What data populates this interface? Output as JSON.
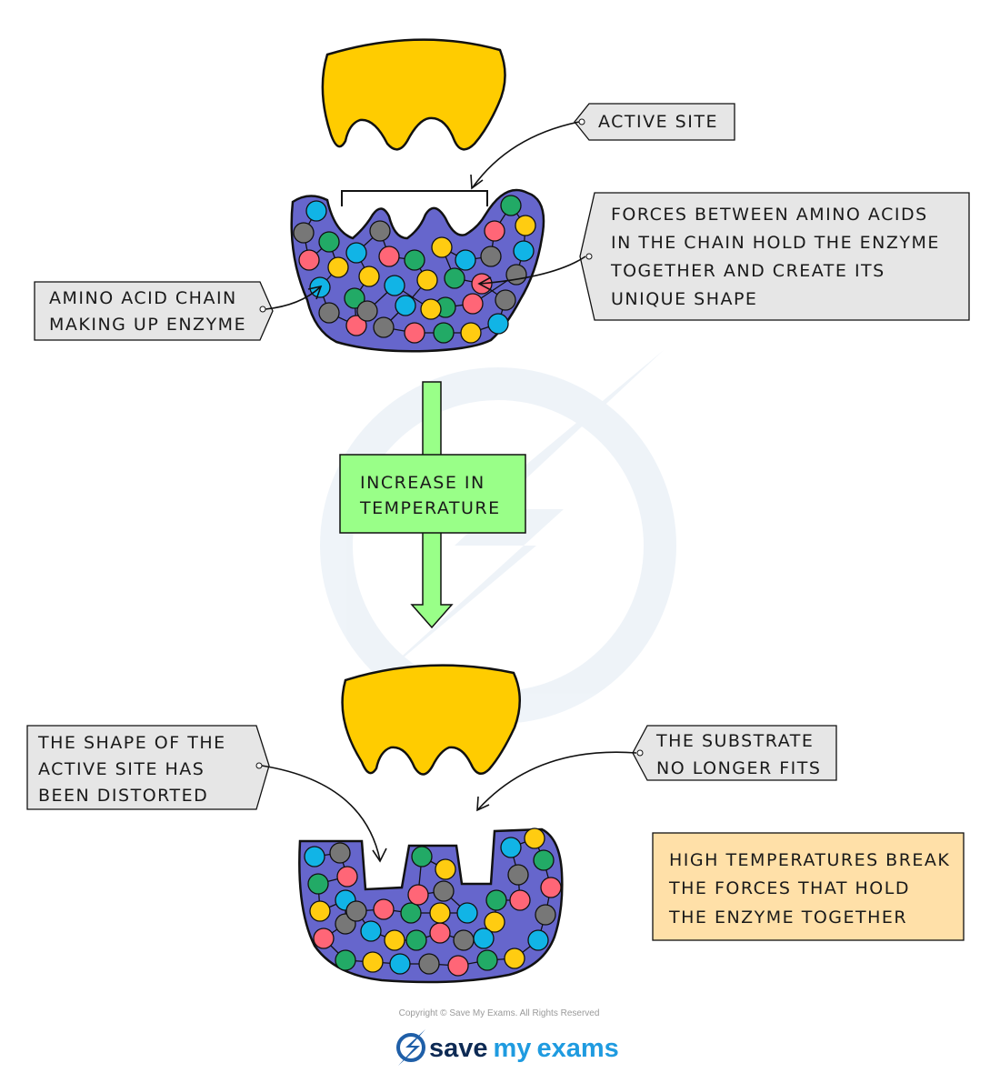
{
  "colors": {
    "substrate": "#FFCC00",
    "enzyme": "#6666CC",
    "label_box": "#E6E6E6",
    "arrow": "#99FF88",
    "note_box": "#FFE0A8",
    "amino_acids": [
      "#22AA66",
      "#11B4E6",
      "#FF6677",
      "#FFCC11",
      "#777777"
    ]
  },
  "labels": {
    "active_site": "ACTIVE  SITE",
    "forces": [
      "FORCES  BETWEEN  AMINO  ACIDS",
      "IN THE  CHAIN  HOLD  THE  ENZYME",
      "TOGETHER  AND  CREATE  ITS",
      "UNIQUE  SHAPE"
    ],
    "amino_chain": [
      "AMINO  ACID  CHAIN",
      "MAKING  UP  ENZYME"
    ],
    "increase": [
      "INCREASE  IN",
      "TEMPERATURE"
    ],
    "distorted": [
      "THE  SHAPE  OF  THE",
      "ACTIVE  SITE  HAS",
      "BEEN  DISTORTED"
    ],
    "no_fit": [
      "THE  SUBSTRATE",
      "NO  LONGER  FITS"
    ],
    "high_temp": [
      "HIGH  TEMPERATURES  BREAK",
      "THE  FORCES  THAT  HOLD",
      "THE  ENZYME  TOGETHER"
    ]
  },
  "footer": {
    "copyright": "Copyright © Save My Exams. All Rights Reserved",
    "brand_save": "save",
    "brand_my": "my",
    "brand_exams": "exams"
  },
  "icons": {
    "watermark": "lightning-bolt-circle",
    "logo": "lightning-bolt"
  }
}
